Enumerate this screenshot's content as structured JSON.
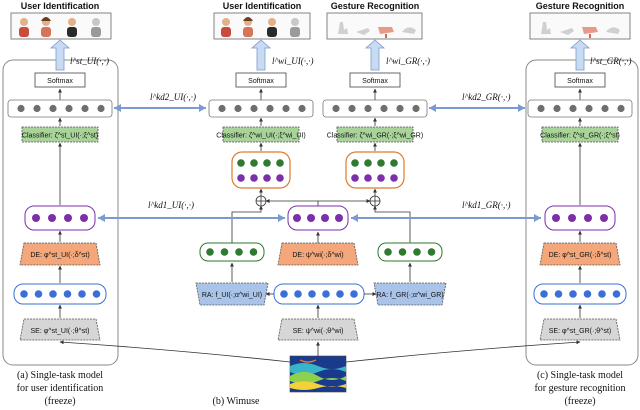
{
  "titles": {
    "top_left": "User Identification",
    "top_center_left": "User Identification",
    "top_center_right": "Gesture Recognition",
    "top_right": "Gesture Recognition"
  },
  "softmax": "Softmax",
  "loss_labels": {
    "st_ui": "l^st_UI(·,·)",
    "wi_ui": "l^wi_UI(·,·)",
    "wi_gr": "l^wi_GR(·,·)",
    "st_gr": "l^st_GR(·,·)",
    "kd2_ui": "l^kd2_UI(·,·)",
    "kd2_gr": "l^kd2_GR(·,·)",
    "kd1_ui": "l^kd1_UI(·,·)",
    "kd1_gr": "l^kd1_GR(·,·)"
  },
  "boxes": {
    "classifier_left": "Classifier: ζ^st_UI(·;ξ^st)",
    "classifier_cl": "Classifier: ζ^wi_UI(·;ξ^wi_UI)",
    "classifier_cr": "Classifier: ζ^wi_GR(·;ξ^wi_GR)",
    "classifier_right": "Classifier: ζ^st_GR(·;ξ^st)",
    "de_left": "DE: φ^st_UI(·;δ^st)",
    "de_cl": "DE: ψ^wi(·;δ^wi)",
    "de_right": "DE: φ^st_GR(·;δ^st)",
    "ra_left": "RA: f_UI(·;α^wi_UI)",
    "ra_right": "RA: f_GR(·;α^wi_GR)",
    "se_left": "SE: φ^st_UI(·;θ^st)",
    "se_center": "SE: ψ^wi(·;θ^wi)",
    "se_right": "SE: φ^st_GR(·;θ^st)"
  },
  "captions": {
    "a_line1": "(a) Single-task model",
    "a_line2": "for user identification",
    "a_line3": "(freeze)",
    "b": "(b) Wimuse",
    "c_line1": "(c) Single-task model",
    "c_line2": "for gesture recognition",
    "c_line3": "(freeze)"
  },
  "colors": {
    "gray_dot": "#6e6e6e",
    "purple_dot": "#7b2fa8",
    "blue_dot": "#3a6fd6",
    "green_dot": "#2e7a2e",
    "classifier_fill": "#a8d49a",
    "de_fill": "#f4a77a",
    "ra_fill": "#a9c4e8",
    "se_fill": "#d6d6d6",
    "arrow_fill": "#c9daf3"
  }
}
